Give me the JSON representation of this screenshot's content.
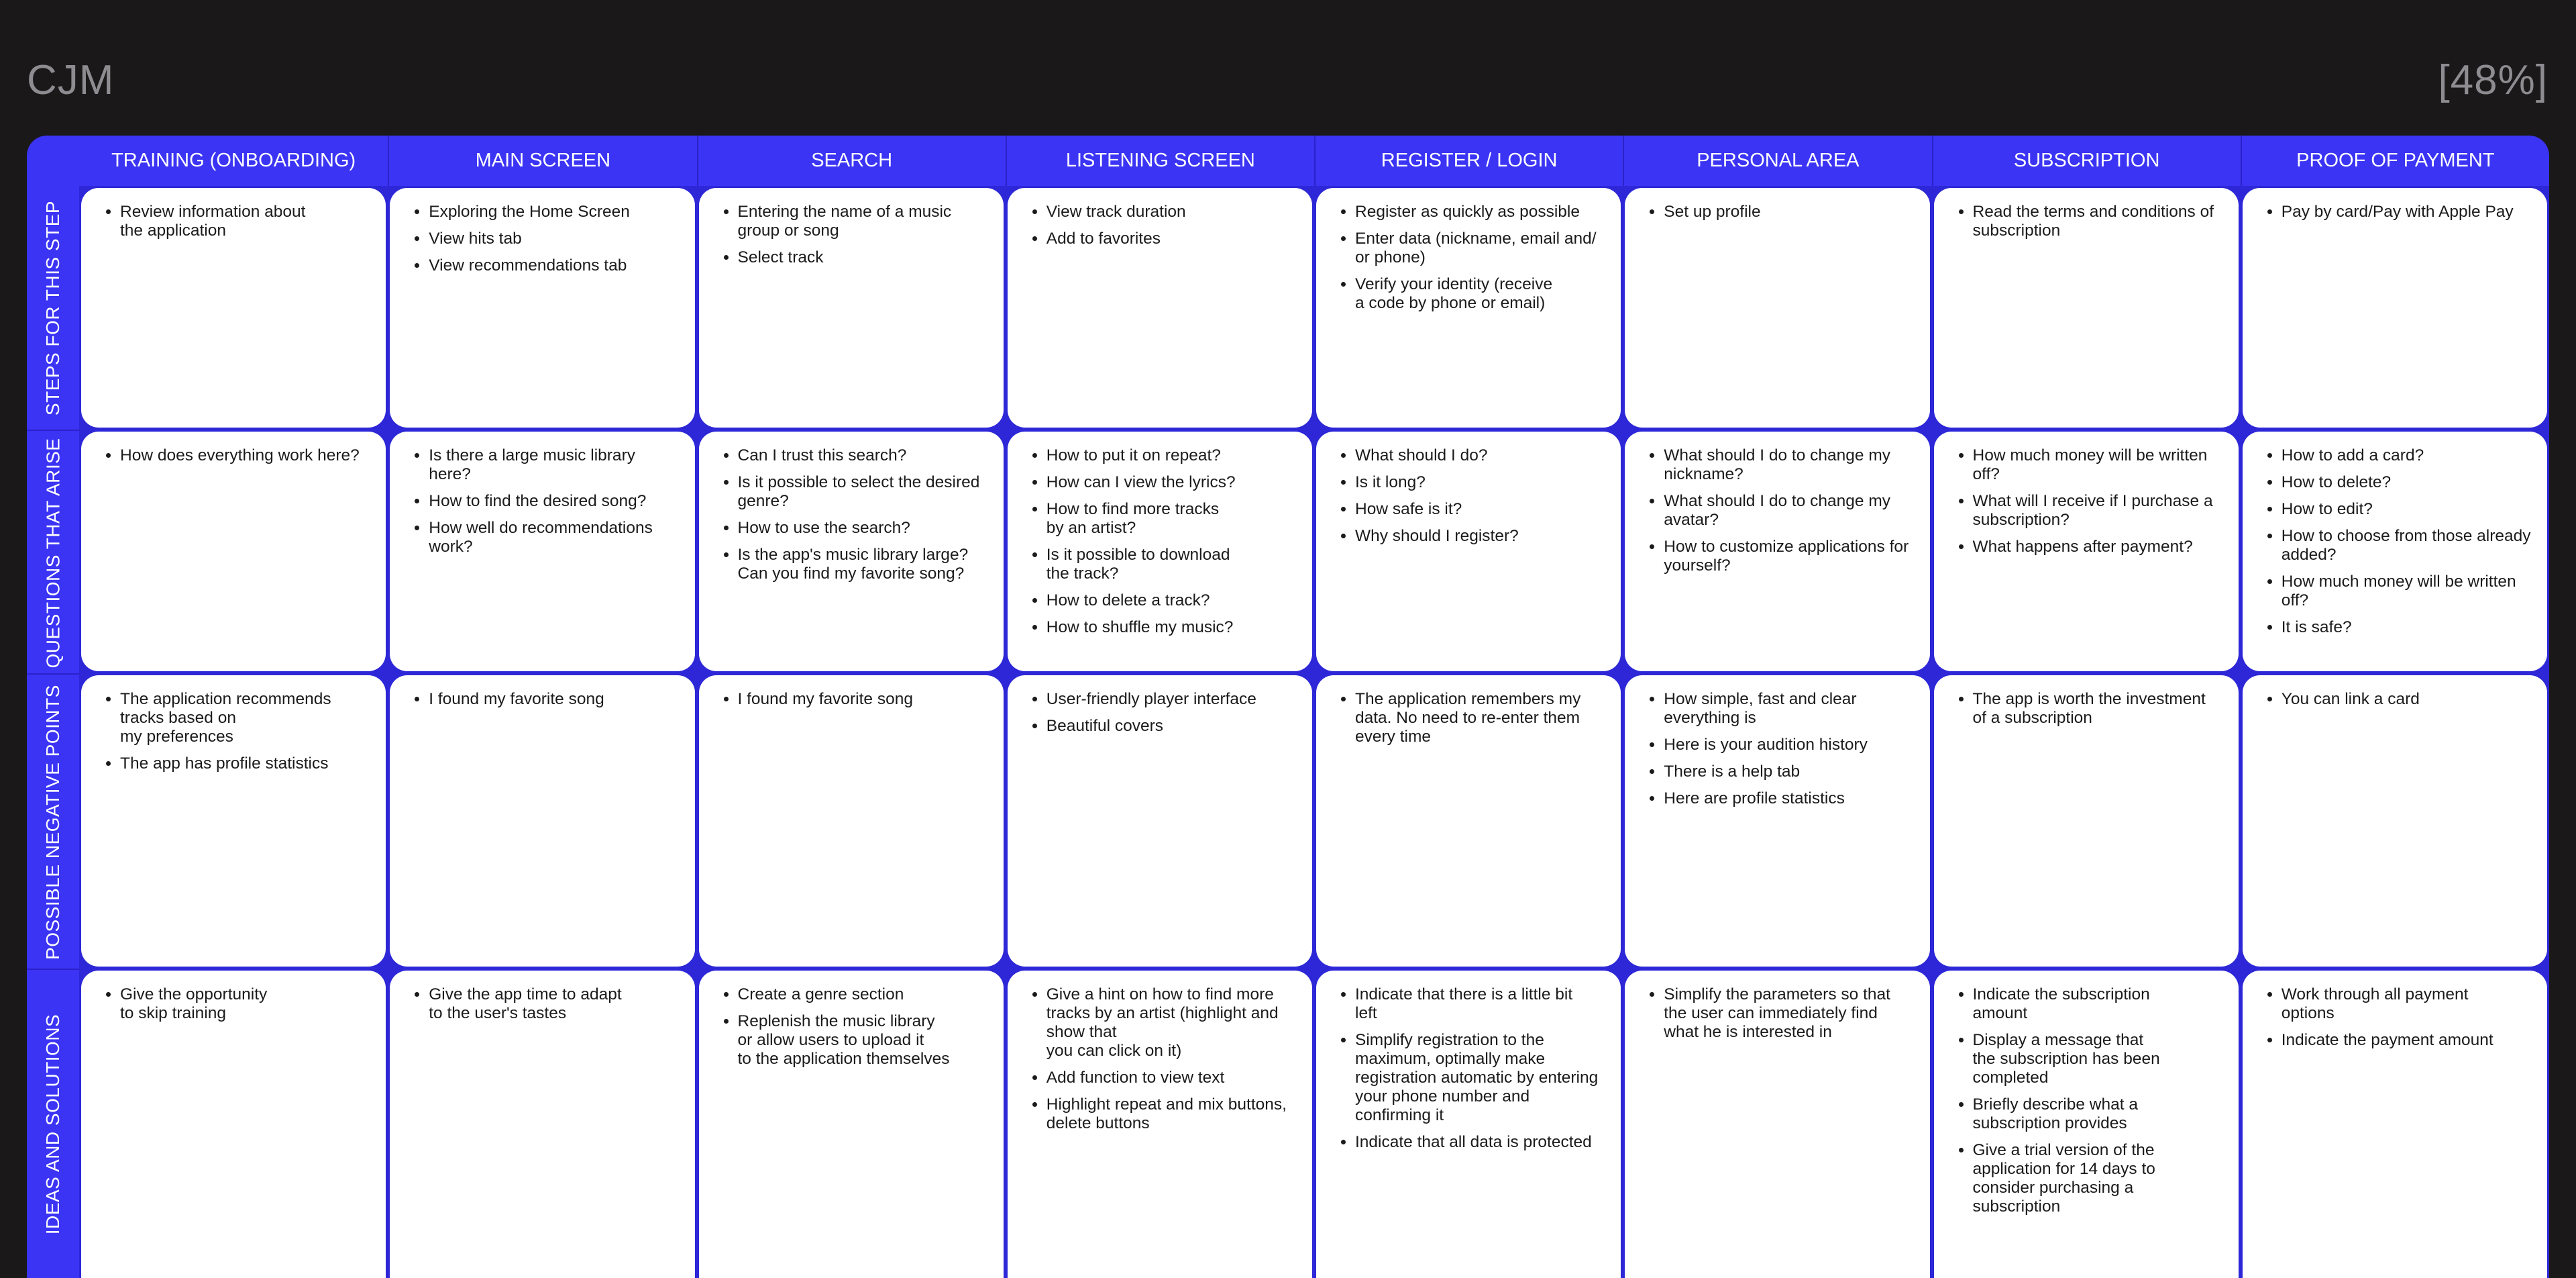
{
  "header": {
    "title": "CJM",
    "progress": "[48%]"
  },
  "columns": [
    "TRAINING (ONBOARDING)",
    "MAIN SCREEN",
    "SEARCH",
    "LISTENING SCREEN",
    "REGISTER / LOGIN",
    "PERSONAL AREA",
    "SUBSCRIPTION",
    "PROOF OF PAYMENT"
  ],
  "rows": [
    {
      "label": "STEPS FOR THIS STEP",
      "cells": [
        [
          "Review information about\nthe application"
        ],
        [
          "Exploring the Home Screen",
          "View hits tab",
          "View recommendations tab"
        ],
        [
          "Entering the name of a music\ngroup or song",
          "Select track"
        ],
        [
          "View track duration",
          "Add to favorites"
        ],
        [
          "Register as quickly as possible",
          "Enter data (nickname, email and/\nor phone)",
          "Verify your identity (receive\na code by phone or email)"
        ],
        [
          "Set up profile"
        ],
        [
          "Read the terms and conditions of\nsubscription"
        ],
        [
          "Pay by card/Pay with Apple Pay"
        ]
      ]
    },
    {
      "label": "QUESTIONS THAT ARISE",
      "cells": [
        [
          "How does everything work here?"
        ],
        [
          "Is there a large music library\nhere?",
          "How to find the desired song?",
          "How well do recommendations\nwork?"
        ],
        [
          "Can I trust this search?",
          "Is it possible to select the desired\ngenre?",
          "How to use the search?",
          "Is the app's music library large?\nCan you find my favorite song?"
        ],
        [
          "How to put it on repeat?",
          "How can I view the lyrics?",
          "How to find more tracks\nby an artist?",
          "Is it possible to download\nthe track?",
          "How to delete a track?",
          "How to shuffle my music?"
        ],
        [
          "What should I do?",
          "Is it long?",
          "How safe is it?",
          "Why should I register?"
        ],
        [
          "What should I do to change my\nnickname?",
          "What should I do to change my\navatar?",
          "How to customize applications for\nyourself?"
        ],
        [
          "How much money will be written\noff?",
          "What will I receive if I purchase a\nsubscription?",
          "What happens after payment?"
        ],
        [
          "How to add a card?",
          "How to delete?",
          "How to edit?",
          "How to choose from those already\nadded?",
          "How much money will be written\noff?",
          "It is safe?"
        ]
      ]
    },
    {
      "label": "POSSIBLE NEGATIVE POINTS",
      "cells": [
        [
          "The application recommends\ntracks based on\nmy preferences",
          "The app has profile statistics"
        ],
        [
          "I found my favorite song"
        ],
        [
          "I found my favorite song"
        ],
        [
          "User-friendly player interface",
          "Beautiful covers"
        ],
        [
          "The application remembers my\ndata. No need to re-enter them\nevery time"
        ],
        [
          "How simple, fast and clear\neverything is",
          "Here is your audition history",
          "There is a help tab",
          "Here are profile statistics"
        ],
        [
          "The app is worth the investment\nof a subscription"
        ],
        [
          "You can link a card"
        ]
      ]
    },
    {
      "label": "IDEAS AND SOLUTIONS",
      "cells": [
        [
          "Give the opportunity\nto skip training"
        ],
        [
          "Give the app time to adapt\nto the user's tastes"
        ],
        [
          "Create a genre section",
          "Replenish the music library\nor allow users to upload it\nto the application themselves"
        ],
        [
          "Give a hint on how to find more\ntracks by an artist (highlight and\nshow that\nyou can click on it)",
          "Add function to view text",
          "Highlight repeat and mix buttons,\ndelete buttons"
        ],
        [
          "Indicate that there is a little bit\nleft",
          "Simplify registration to the\nmaximum, optimally make\nregistration automatic by entering\nyour phone number and\nconfirming it",
          "Indicate that all data is protected"
        ],
        [
          "Simplify the parameters so that\nthe user can immediately find\nwhat he is interested in"
        ],
        [
          "Indicate the subscription\namount",
          "Display a message that\nthe subscription has been\ncompleted",
          "Briefly describe what a\nsubscription provides",
          "Give a trial version of the\napplication for 14 days to\nconsider purchasing a\nsubscription"
        ],
        [
          "Work through all payment\noptions",
          "Indicate the payment amount"
        ]
      ]
    }
  ]
}
